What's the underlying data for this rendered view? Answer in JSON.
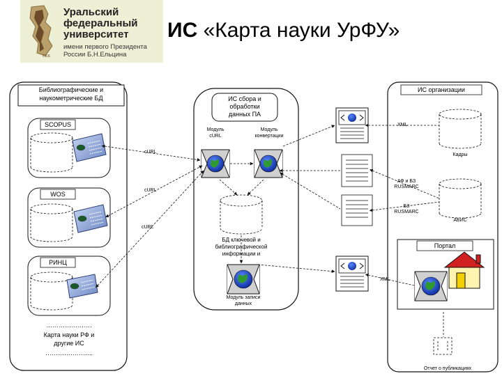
{
  "header": {
    "logo_line1": "Уральский",
    "logo_line2": "федеральный",
    "logo_line3": "университет",
    "logo_sub1": "имени первого Президента",
    "logo_sub2": "России Б.Н.Ельцина",
    "title_bold": "ИС",
    "title_rest": "«Карта науки УрФУ»"
  },
  "left_panel": {
    "title_line1": "Библиографические и",
    "title_line2": "наукометрические БД",
    "db1": "SCOPUS",
    "db2": "WOS",
    "db3": "РИНЦ",
    "dots1": "………………….",
    "footer_line1": "Карта науки РФ и",
    "footer_line2": "другие ИС",
    "dots2": "………………….."
  },
  "connectors": {
    "curl1": "cURL",
    "curl2": "cURL",
    "curl3": "cURL"
  },
  "center_panel": {
    "title_line1": "ИС сбора и",
    "title_line2": "обработки",
    "title_line3": "данных ПА",
    "module1_line1": "Модуль",
    "module1_line2": "cURL",
    "module2_line1": "Модуль",
    "module2_line2": "конвертации",
    "db_line1": "БД ключевой и",
    "db_line2": "библиографической",
    "db_line3": "информации и",
    "module3_line1": "Модуль записи",
    "module3_line2": "данных"
  },
  "right_panel": {
    "title": "ИС организации",
    "xml1": "XML",
    "kadry": "Кадры",
    "fmt1_line1": "АФ и БЗ",
    "fmt1_line2": "RUSMARC",
    "fmt2_line1": "БЗ",
    "fmt2_line2": "RUSMARC",
    "abis": "АБИС",
    "portal": "Портал",
    "xml2": "XML",
    "report": "Отчет о публикациях"
  }
}
